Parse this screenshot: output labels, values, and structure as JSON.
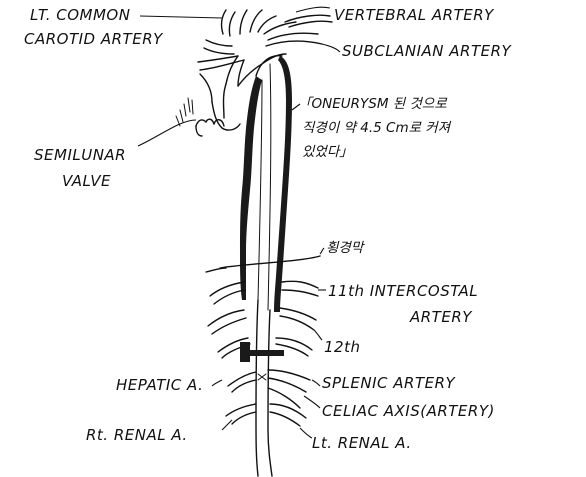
{
  "labels": {
    "lt_common_carotid_line1": "LT. COMMON",
    "lt_common_carotid_line2": "CAROTID ARTERY",
    "vertebral_artery": "VERTEBRAL ARTERY",
    "subclavian_artery": "SUBCLANIAN ARTERY",
    "aneurysm_note_line1": "「ONEURYSM 된 것으로",
    "aneurysm_note_line2": "직경이 약 4.5 Cm로 커져",
    "aneurysm_note_line3": "있었다」",
    "semilunar_line1": "SEMILUNAR",
    "semilunar_line2": "VALVE",
    "diaphragm": "횡경막",
    "intercostal_line1": "11th INTERCOSTAL",
    "intercostal_line2": "ARTERY",
    "twelfth": "12th",
    "hepatic": "HEPATIC A.",
    "splenic": "SPLENIC ARTERY",
    "celiac": "CELIAC AXIS(ARTERY)",
    "rt_renal": "Rt. RENAL A.",
    "lt_renal": "Lt. RENAL A."
  }
}
